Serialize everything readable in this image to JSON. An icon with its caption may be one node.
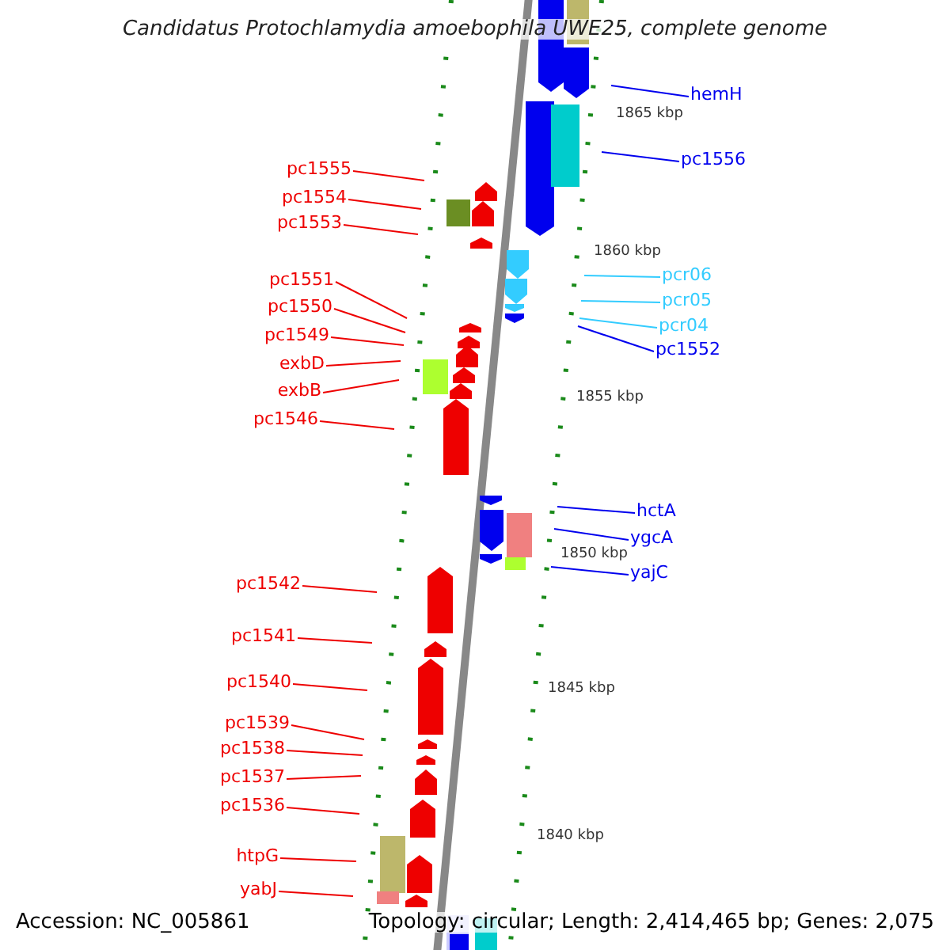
{
  "diagram": {
    "title": "Candidatus Protochlamydia amoebophila UWE25, complete genome",
    "nodes": [
      {
        "text": [
          "hemH"
        ]
      },
      {
        "text": [
          "pc1556"
        ]
      },
      {
        "text": [
          "pc1555"
        ]
      },
      {
        "text": [
          "pc1554"
        ]
      },
      {
        "text": [
          "pc1553"
        ]
      },
      {
        "text": [
          "pcr06"
        ]
      },
      {
        "text": [
          "pc1551"
        ]
      },
      {
        "text": [
          "pcr05"
        ]
      },
      {
        "text": [
          "pc1550"
        ]
      },
      {
        "text": [
          "pcr04"
        ]
      },
      {
        "text": [
          "pc1549"
        ]
      },
      {
        "text": [
          "pc1552"
        ]
      },
      {
        "text": [
          "exbD"
        ]
      },
      {
        "text": [
          "exbB"
        ]
      },
      {
        "text": [
          "pc1546"
        ]
      },
      {
        "text": [
          "hctA"
        ]
      },
      {
        "text": [
          "ygcA"
        ]
      },
      {
        "text": [
          "yajC"
        ]
      },
      {
        "text": [
          "pc1542"
        ]
      },
      {
        "text": [
          "pc1541"
        ]
      },
      {
        "text": [
          "pc1540"
        ]
      },
      {
        "text": [
          "pc1539"
        ]
      },
      {
        "text": [
          "pc1538"
        ]
      },
      {
        "text": [
          "pc1537"
        ]
      },
      {
        "text": [
          "pc1536"
        ]
      },
      {
        "text": [
          "htpG"
        ]
      },
      {
        "text": [
          "yabJ"
        ]
      }
    ],
    "edges": [
      {
        "from": 0,
        "to": null,
        "arrow": "none",
        "color": "#0000ee"
      },
      {
        "from": 1,
        "to": null,
        "arrow": "none",
        "color": "#0000ee"
      },
      {
        "from": 2,
        "to": null,
        "arrow": "none"
      },
      {
        "from": 3,
        "to": null,
        "arrow": "none"
      },
      {
        "from": 4,
        "to": null,
        "arrow": "none"
      },
      {
        "from": 5,
        "to": null,
        "arrow": "none",
        "color": "#33ccff"
      },
      {
        "from": 6,
        "to": null,
        "arrow": "none"
      },
      {
        "from": 7,
        "to": null,
        "arrow": "none",
        "color": "#33ccff"
      },
      {
        "from": 8,
        "to": null,
        "arrow": "none"
      },
      {
        "from": 9,
        "to": null,
        "arrow": "none",
        "color": "#33ccff"
      },
      {
        "from": 10,
        "to": null,
        "arrow": "none"
      },
      {
        "from": 11,
        "to": null,
        "arrow": "none",
        "color": "#0000ee"
      },
      {
        "from": 12,
        "to": null,
        "arrow": "none"
      },
      {
        "from": 13,
        "to": null,
        "arrow": "none"
      },
      {
        "from": 14,
        "to": null,
        "arrow": "none"
      },
      {
        "from": 15,
        "to": null,
        "arrow": "none",
        "color": "#0000ee"
      },
      {
        "from": 16,
        "to": null,
        "arrow": "none",
        "color": "#0000ee"
      },
      {
        "from": 17,
        "to": null,
        "arrow": "none",
        "color": "#0000ee"
      },
      {
        "from": 18,
        "to": null,
        "arrow": "none"
      },
      {
        "from": 19,
        "to": null,
        "arrow": "none"
      },
      {
        "from": 20,
        "to": null,
        "arrow": "none"
      },
      {
        "from": 21,
        "to": null,
        "arrow": "none"
      },
      {
        "from": 22,
        "to": null,
        "arrow": "none"
      },
      {
        "from": 23,
        "to": null,
        "arrow": "none"
      },
      {
        "from": 24,
        "to": null,
        "arrow": "none"
      },
      {
        "from": 25,
        "to": null,
        "arrow": "none"
      },
      {
        "from": 26,
        "to": null,
        "arrow": "none"
      }
    ],
    "labels": [
      "1865 kbp",
      "1860 kbp",
      "1855 kbp",
      "1850 kbp",
      "1845 kbp",
      "1840 kbp",
      "Accession: NC_005861",
      "Topology: circular; Length: 2,414,465 bp; Genes: 2,075"
    ]
  }
}
